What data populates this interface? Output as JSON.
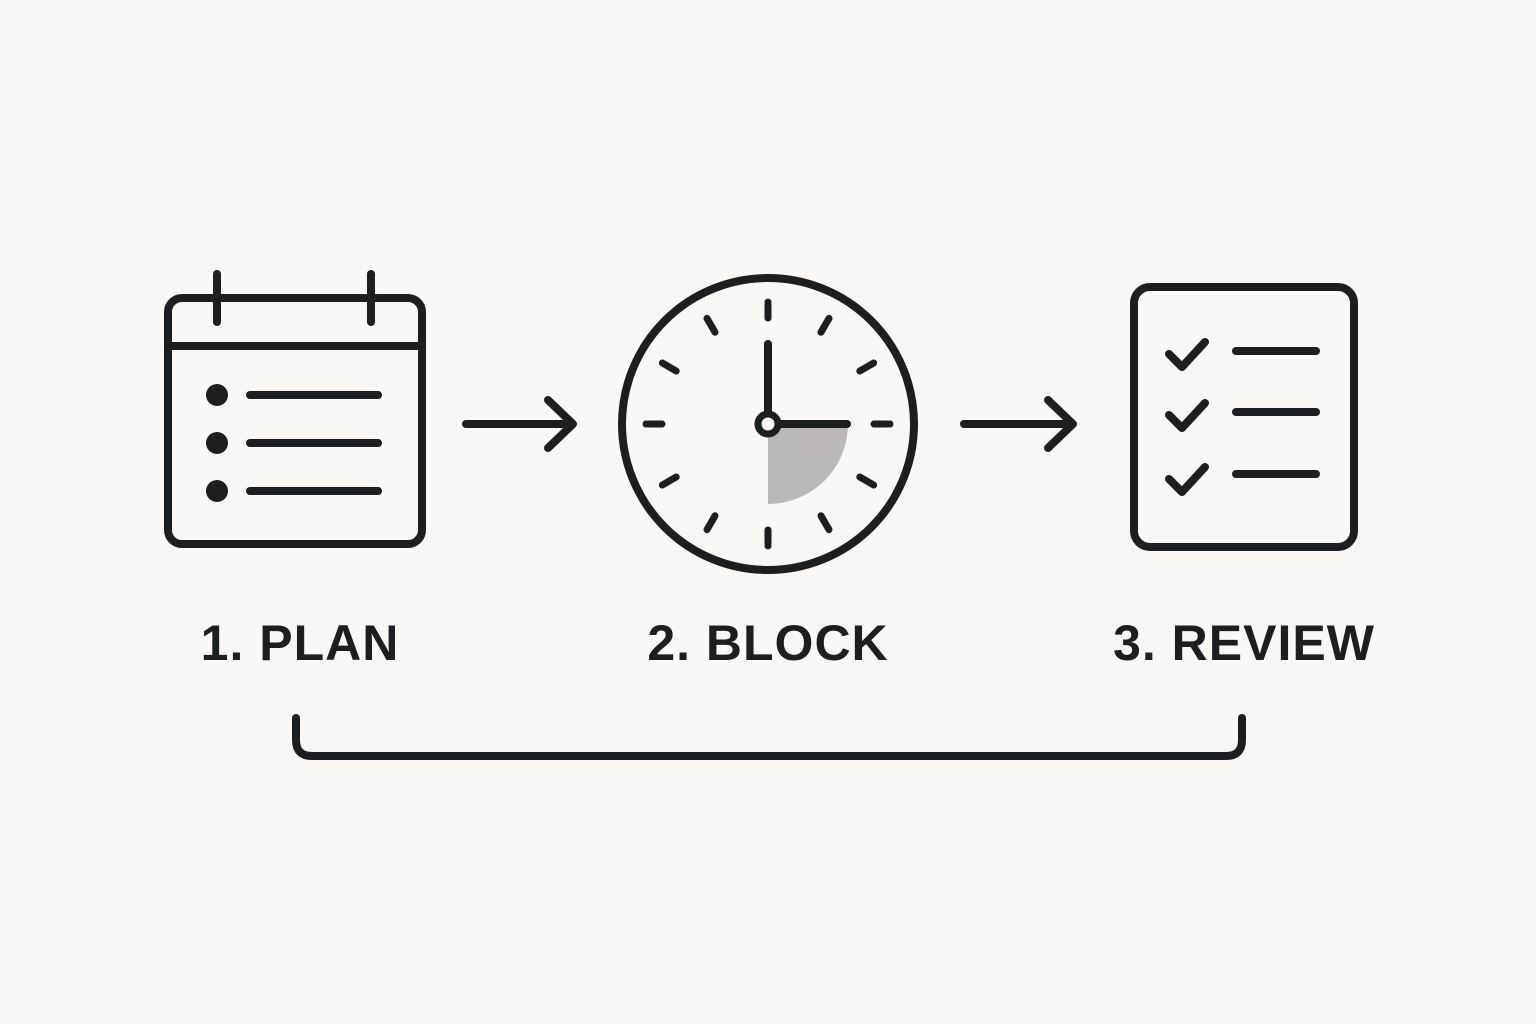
{
  "steps": [
    {
      "label": "1. PLAN",
      "icon": "calendar-list-icon"
    },
    {
      "label": "2. BLOCK",
      "icon": "clock-icon"
    },
    {
      "label": "3. REVIEW",
      "icon": "checklist-icon"
    }
  ],
  "colors": {
    "background": "#f9f8f4",
    "ink": "#1c1f1f",
    "clock_wedge": "#bcb8b3"
  }
}
